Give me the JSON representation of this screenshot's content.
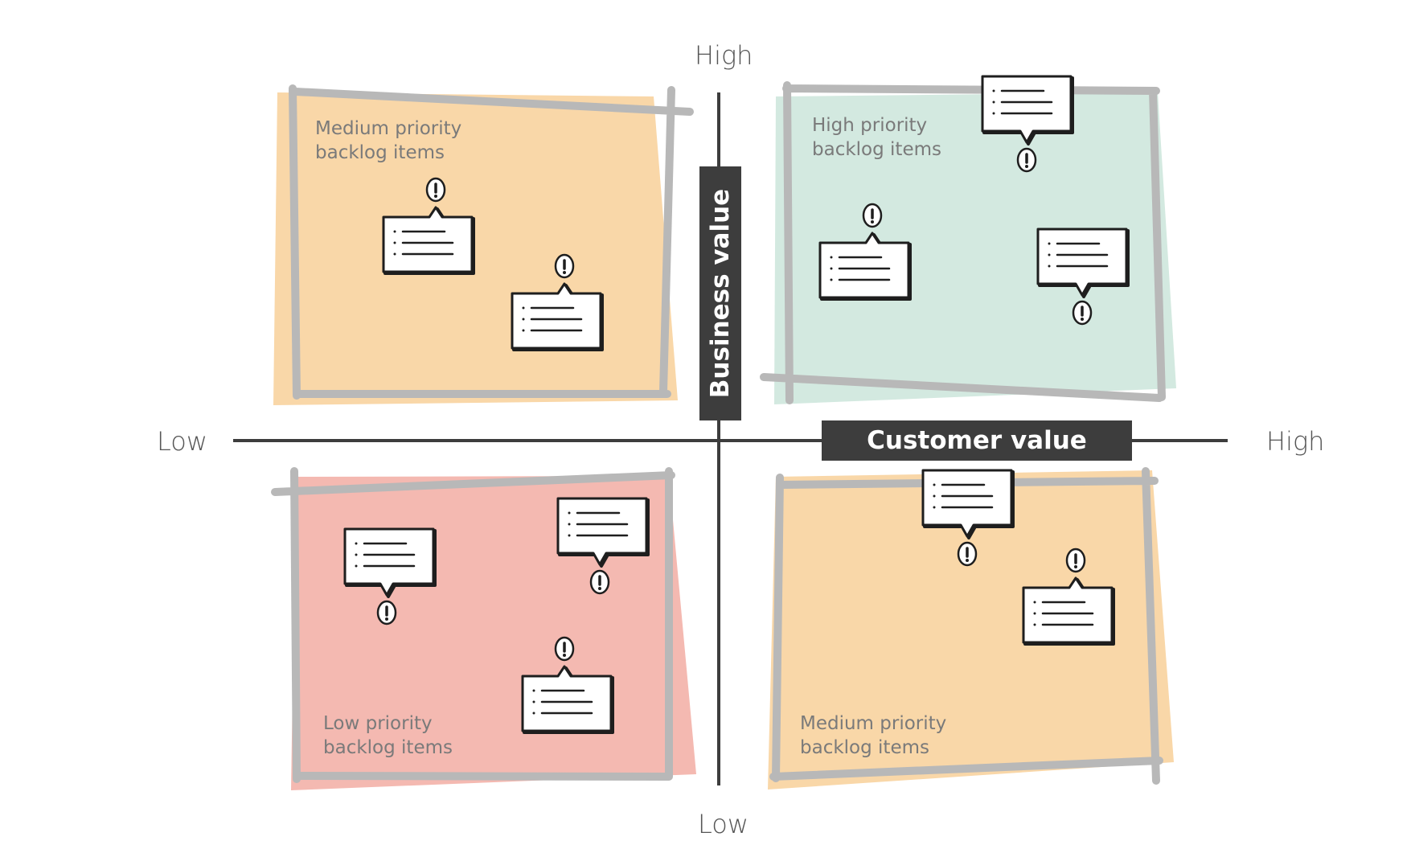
{
  "axes": {
    "vertical": {
      "high_label": "High",
      "low_label": "Low",
      "title": "Business value"
    },
    "horizontal": {
      "low_label": "Low",
      "high_label": "High",
      "title": "Customer value"
    }
  },
  "quadrants": {
    "top_left": {
      "line1": "Medium priority",
      "line2": "backlog items",
      "fill": "#f9d7a8"
    },
    "top_right": {
      "line1": "High priority",
      "line2": "backlog items",
      "fill": "#d3e9e0"
    },
    "bottom_left": {
      "line1": "Low priority",
      "line2": "backlog items",
      "fill": "#f4b9b1"
    },
    "bottom_right": {
      "line1": "Medium priority",
      "line2": "backlog items",
      "fill": "#f9d7a8"
    }
  },
  "colors": {
    "frame": "#b8b8b8",
    "axis": "#3d3d3d",
    "note_outline": "#1e1e1e"
  },
  "icons": {
    "note": "speech-note-icon",
    "alert": "exclamation-icon"
  }
}
